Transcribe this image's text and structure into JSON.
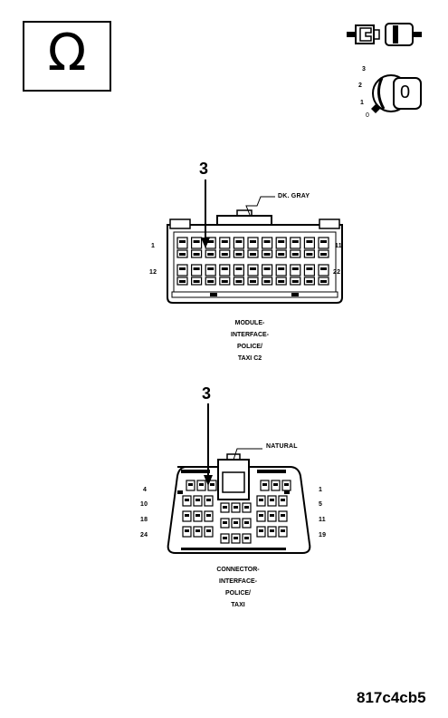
{
  "ohm_symbol": "Ω",
  "key_positions": [
    "3",
    "2",
    "1",
    "0"
  ],
  "key_label": "0",
  "connector1": {
    "pin_callout": "3",
    "color": "DK. GRAY",
    "pins": {
      "top_left": "1",
      "top_right": "11",
      "bottom_left": "12",
      "bottom_right": "22"
    },
    "name_lines": [
      "MODULE-",
      "INTERFACE-",
      "POLICE/",
      "TAXI C2"
    ]
  },
  "connector2": {
    "pin_callout": "3",
    "color": "NATURAL",
    "pins": {
      "r1_left": "4",
      "r1_right": "1",
      "r2_left": "10",
      "r2_right": "5",
      "r3_left": "18",
      "r3_right": "11",
      "r4_left": "24",
      "r4_right": "19"
    },
    "name_lines": [
      "CONNECTOR-",
      "INTERFACE-",
      "POLICE/",
      "TAXI"
    ]
  },
  "figure_code": "817c4cb5"
}
